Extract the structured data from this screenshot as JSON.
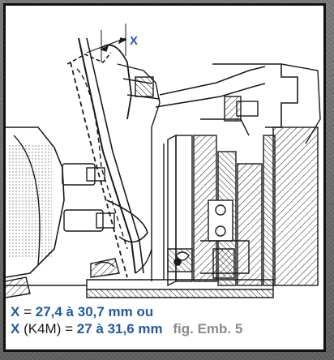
{
  "diagram": {
    "dimension_label": "X",
    "colors": {
      "accent": "#1e5aa8",
      "fig_label": "#8a8a8a",
      "line": "#1a1a1a"
    }
  },
  "caption": {
    "line1": {
      "var": "X",
      "eq": "=",
      "value": "27,4 à 30,7 mm ou"
    },
    "line2": {
      "var": "X",
      "model": "(K4M)",
      "eq": "=",
      "value": "27 à 31,6 mm",
      "fig": "fig. Emb. 5"
    }
  }
}
